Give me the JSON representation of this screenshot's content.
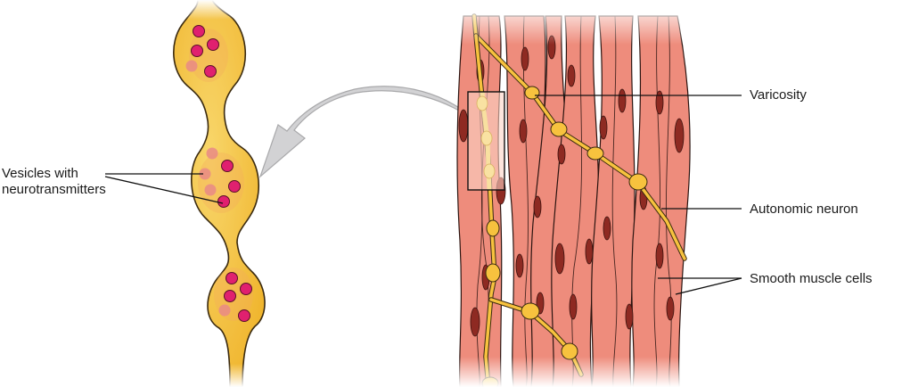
{
  "labels": {
    "vesicles_line1": "Vesicles with",
    "vesicles_line2": "neurotransmitters",
    "varicosity": "Varicosity",
    "autonomic_neuron": "Autonomic neuron",
    "smooth_muscle_cells": "Smooth muscle cells"
  },
  "colors": {
    "neuron_fill": "#f7c23e",
    "neuron_light": "#f8d873",
    "vesicle": "#e0206f",
    "vesicle_faded": "#e98a86",
    "muscle_fill": "#ee8c7c",
    "muscle_nucleus": "#8e2a22",
    "arrow": "#cfcfd1",
    "text": "#1a1a1a"
  }
}
